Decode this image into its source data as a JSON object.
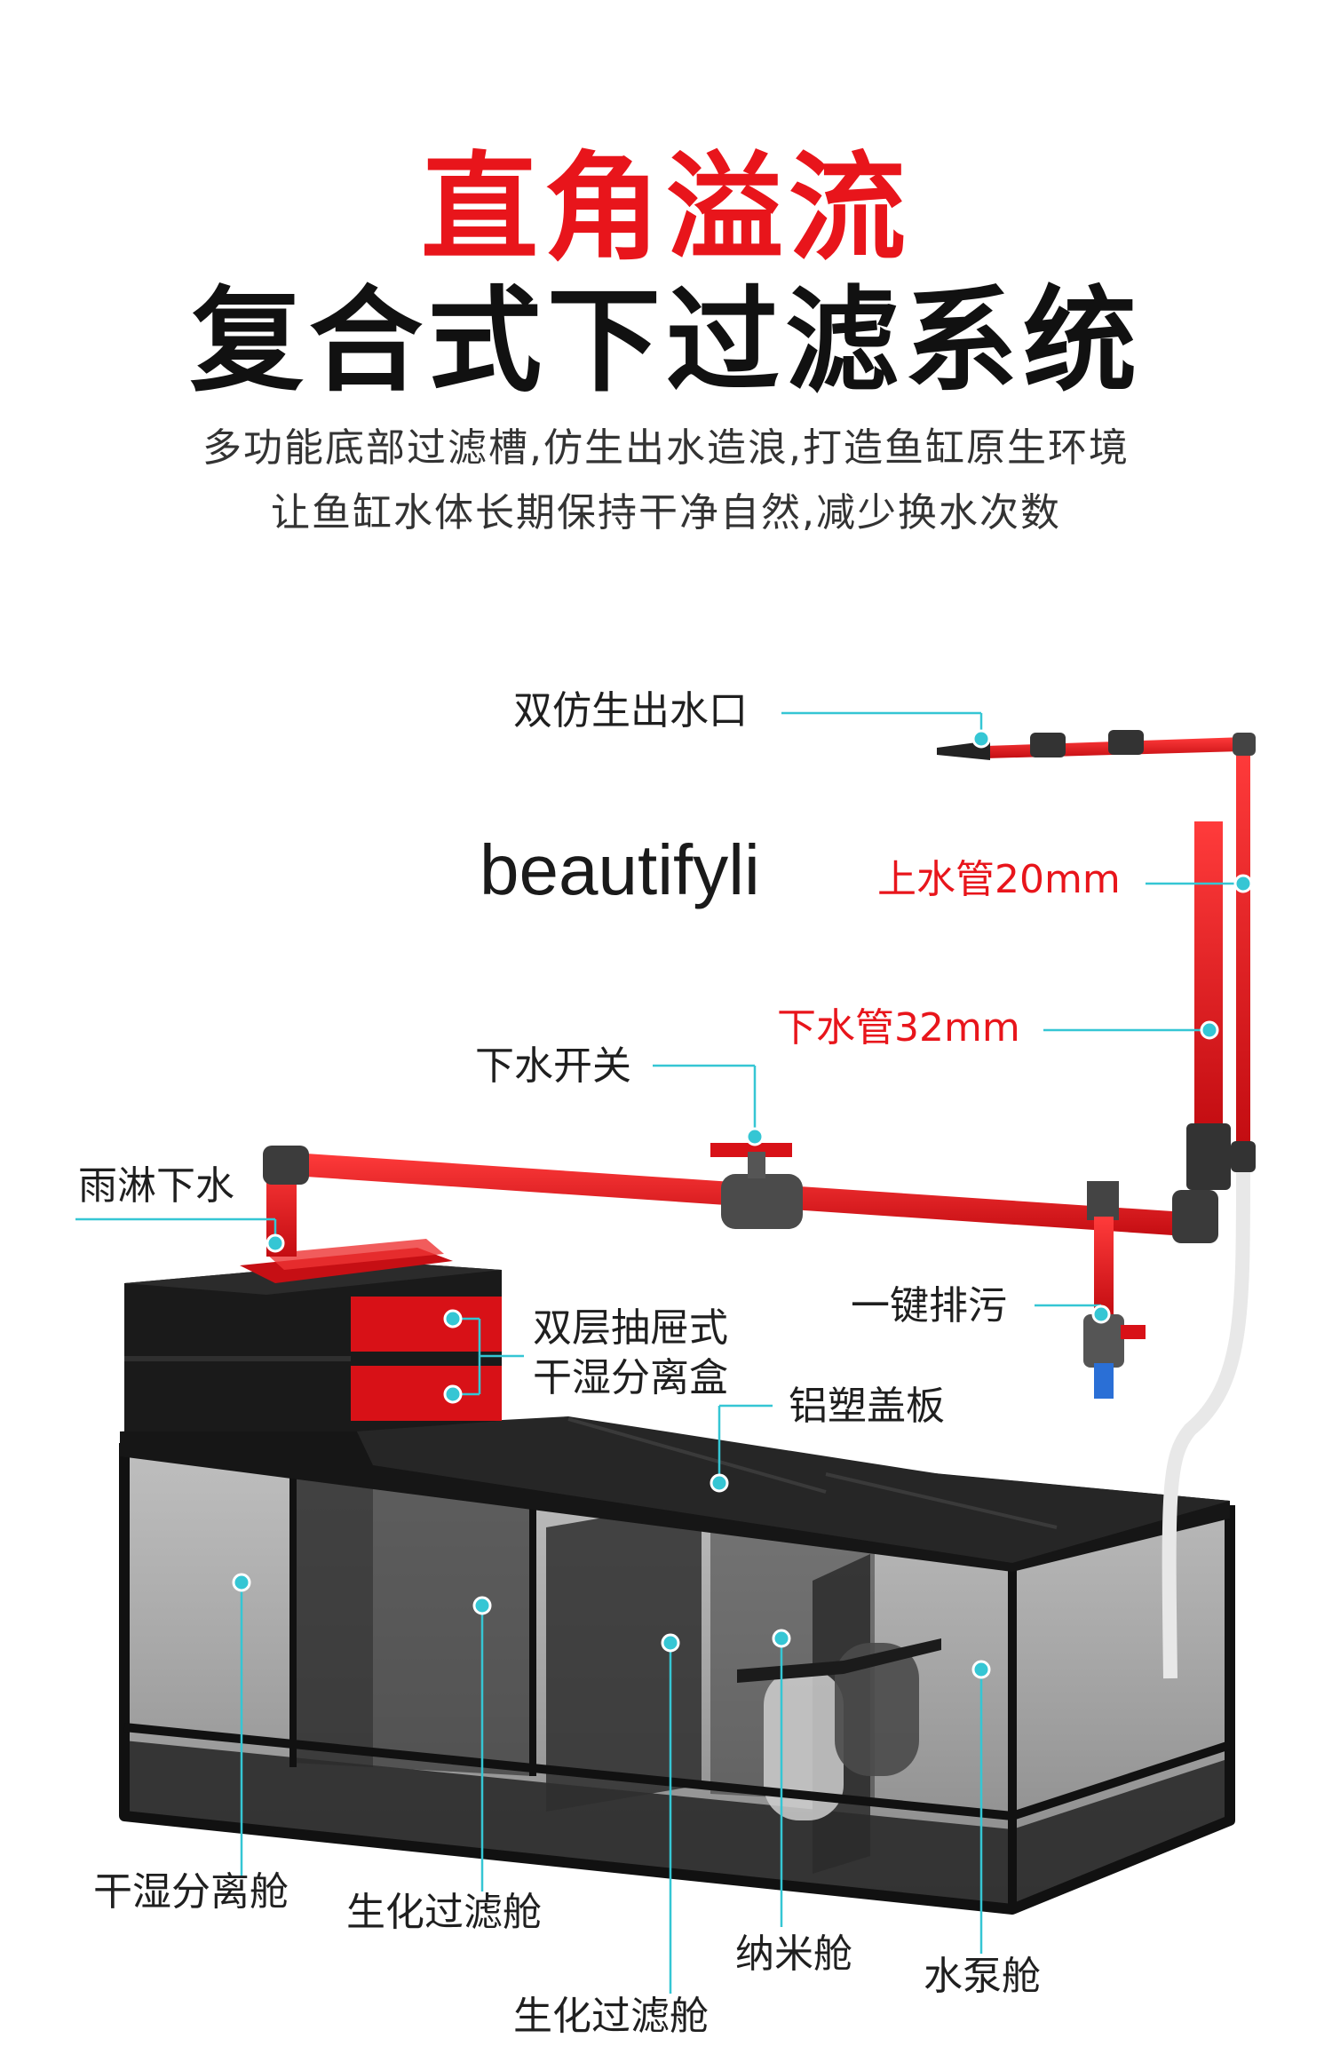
{
  "heading": {
    "title_red": "直角溢流",
    "title_black": "复合式下过滤系统",
    "subtitle_line1": "多功能底部过滤槽,仿生出水造浪,打造鱼缸原生环境",
    "subtitle_line2": "让鱼缸水体长期保持干净自然,减少换水次数"
  },
  "watermark": "beautifyli",
  "labels": {
    "outlet": "双仿生出水口",
    "inlet_pipe": "上水管20mm",
    "drain_pipe": "下水管32mm",
    "drain_switch": "下水开关",
    "rain_shower": "雨淋下水",
    "drawer_box": "双层抽屉式干湿分离盒",
    "one_key_drain": "一键排污",
    "cover_board": "铝塑盖板",
    "dry_wet_chamber": "干湿分离舱",
    "bio_chamber_1": "生化过滤舱",
    "bio_chamber_2": "生化过滤舱",
    "nano_chamber": "纳米舱",
    "pump_chamber": "水泵舱"
  },
  "colors": {
    "accent_red": "#e8151b",
    "leader_cyan": "#35c6d4",
    "frame_black": "#111111"
  }
}
